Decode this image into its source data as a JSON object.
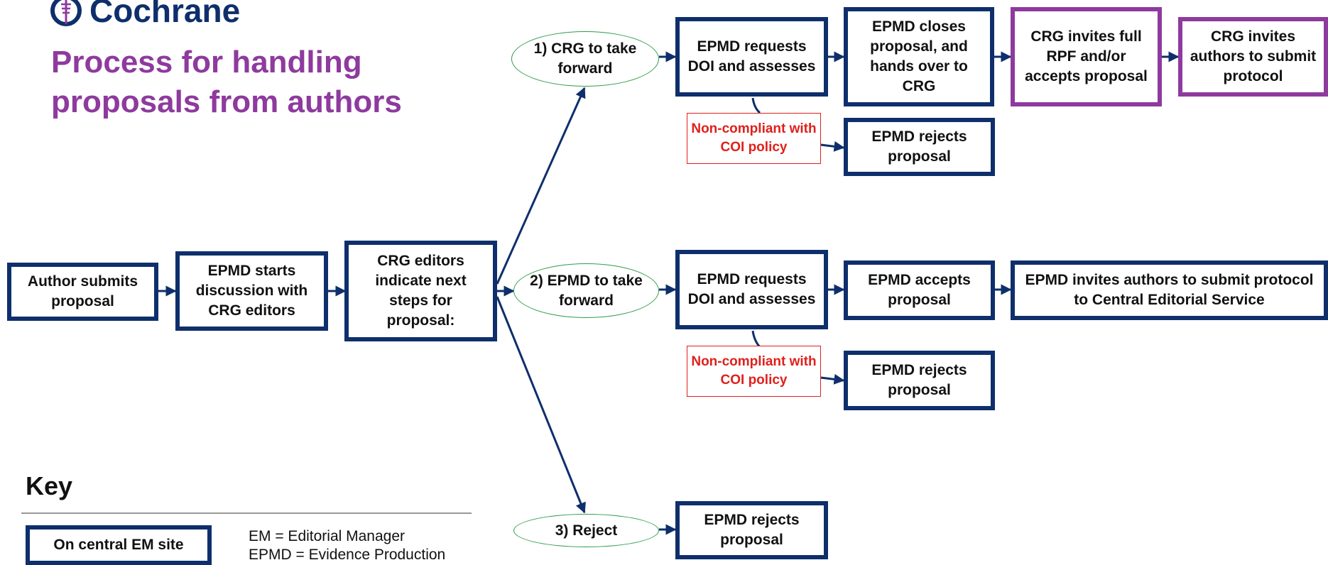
{
  "logo": {
    "text": "Cochrane"
  },
  "title": "Process for handling proposals from authors",
  "colors": {
    "navy": "#0e2f6b",
    "purple": "#8e3a9e",
    "green": "#2e9d4a",
    "red": "#e0201b"
  },
  "nodes": {
    "author_submits": "Author submits proposal",
    "epmd_starts": "EPMD starts discussion with CRG editors",
    "crg_editors": "CRG editors indicate next steps for proposal:",
    "option1": "1) CRG to take forward",
    "option2": "2) EPMD to take forward",
    "option3": "3) Reject",
    "b1_requests": "EPMD requests DOI and assesses",
    "b1_closes": "EPMD closes proposal, and hands over to CRG",
    "b1_crg_invites_rpf": "CRG invites full RPF and/or accepts proposal",
    "b1_crg_invites_authors": "CRG invites authors to submit protocol",
    "b1_noncompliant": "Non-compliant with COI policy",
    "b1_rejects": "EPMD rejects proposal",
    "b2_requests": "EPMD requests DOI and assesses",
    "b2_accepts": "EPMD accepts proposal",
    "b2_invites": "EPMD invites authors to submit protocol to Central Editorial Service",
    "b2_noncompliant": "Non-compliant with COI policy",
    "b2_rejects": "EPMD rejects proposal",
    "b3_rejects": "EPMD rejects proposal"
  },
  "key": {
    "title": "Key",
    "box_label": "On central EM site",
    "definitions": [
      "EM = Editorial Manager",
      "EPMD = Evidence Production"
    ]
  }
}
